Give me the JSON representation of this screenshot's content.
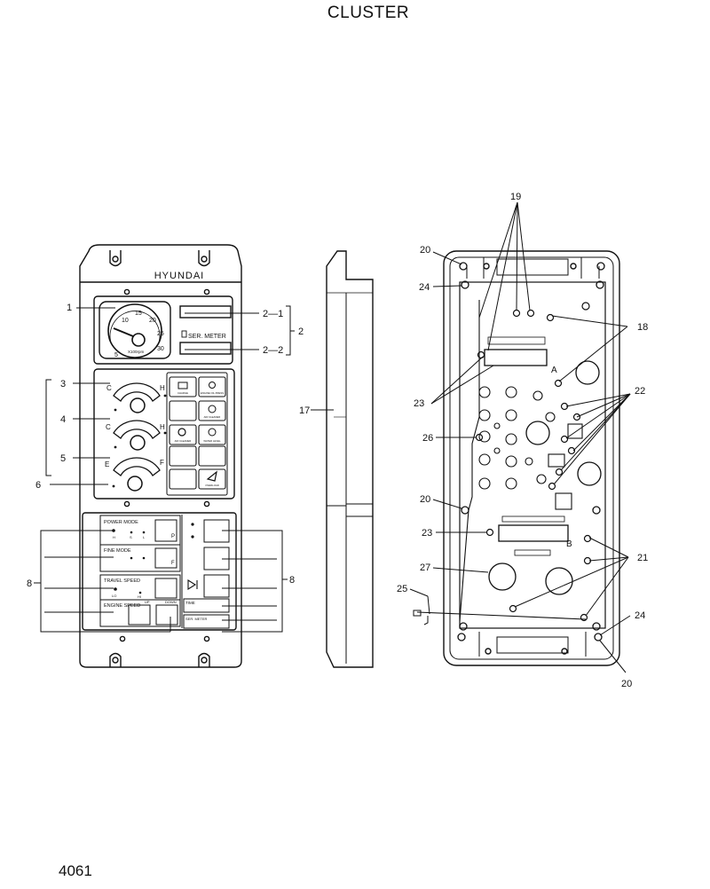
{
  "page": {
    "title": "CLUSTER",
    "page_number": "4061"
  },
  "front_panel": {
    "brand": "HYUNDAI",
    "tacho_ticks": [
      "5",
      "10",
      "15",
      "20",
      "25",
      "30"
    ],
    "tacho_unit": "X100rpm",
    "hour_meter_label": "SER. METER",
    "gauge_letters": {
      "water_cold": "C",
      "water_hot": "H",
      "oil_cold": "C",
      "oil_hot": "H",
      "fuel_empty": "E",
      "fuel_full": "F"
    },
    "warning_labels": [
      "CHARGE",
      "ENGINE OIL PRESS",
      "AIR CLEANER",
      "AIR CLEANER",
      "WATER LEVEL",
      "OVERLOAD"
    ],
    "mode_labels": {
      "power": "POWER MODE",
      "power_sub": [
        "H",
        "S",
        "L"
      ],
      "power_key": "P",
      "fine": "FINE MODE",
      "fine_key": "F",
      "travel": "TRAVEL SPEED",
      "travel_sub": [
        "LO",
        "HI"
      ],
      "engine": "ENGINE SPEED",
      "engine_sub": [
        "UP",
        "DOWN"
      ],
      "time": "TIME",
      "ser_meter": "SER. METER"
    }
  },
  "callouts": [
    {
      "id": "c1",
      "text": "1"
    },
    {
      "id": "c2-1",
      "text": "2—1"
    },
    {
      "id": "c2",
      "text": "2"
    },
    {
      "id": "c2-2",
      "text": "2—2"
    },
    {
      "id": "c3",
      "text": "3"
    },
    {
      "id": "c4",
      "text": "4"
    },
    {
      "id": "c5",
      "text": "5"
    },
    {
      "id": "c6",
      "text": "6"
    },
    {
      "id": "c8-left",
      "text": "8"
    },
    {
      "id": "c8-right",
      "text": "8"
    },
    {
      "id": "c17",
      "text": "17"
    },
    {
      "id": "c19",
      "text": "19"
    },
    {
      "id": "c20-top",
      "text": "20"
    },
    {
      "id": "c24-top",
      "text": "24"
    },
    {
      "id": "c18",
      "text": "18"
    },
    {
      "id": "c23-top",
      "text": "23"
    },
    {
      "id": "c22",
      "text": "22"
    },
    {
      "id": "c26",
      "text": "26"
    },
    {
      "id": "c20-mid",
      "text": "20"
    },
    {
      "id": "c23-bottom",
      "text": "23"
    },
    {
      "id": "c21",
      "text": "21"
    },
    {
      "id": "c27",
      "text": "27"
    },
    {
      "id": "c25",
      "text": "25"
    },
    {
      "id": "c24-bottom",
      "text": "24"
    },
    {
      "id": "c20-bottom",
      "text": "20"
    },
    {
      "id": "c-a",
      "text": "A"
    },
    {
      "id": "c-b",
      "text": "B"
    }
  ]
}
